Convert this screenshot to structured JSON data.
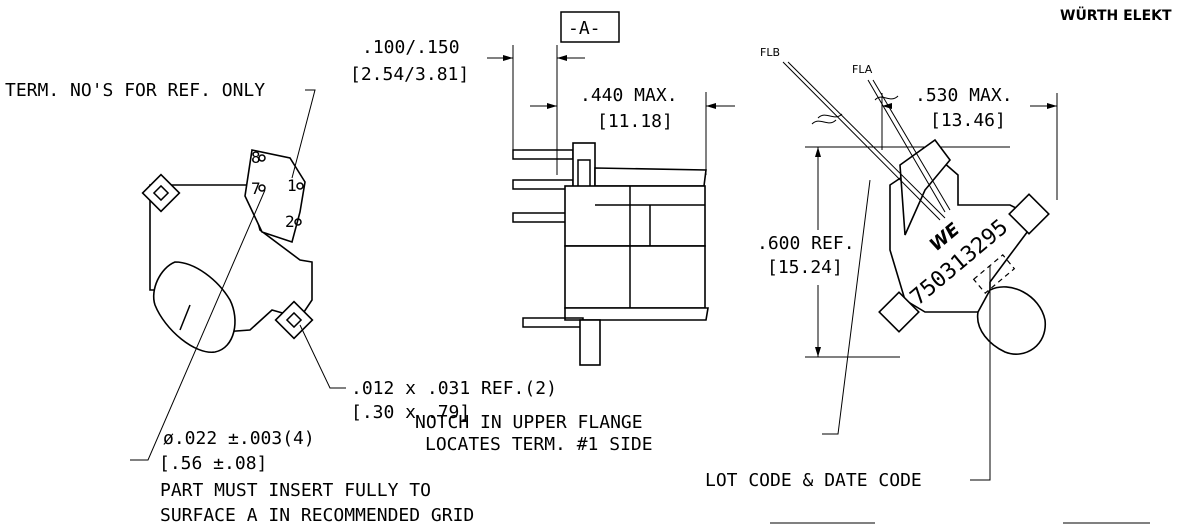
{
  "brand": "WÜRTH ELEKT",
  "labels": {
    "term_ref": "TERM. NO'S FOR REF. ONLY",
    "pitch_in": ".100/.150",
    "pitch_mm": "[2.54/3.81]",
    "datum": "-A-",
    "width_in": ".440 MAX.",
    "width_mm": "[11.18]",
    "flb": "FLB",
    "fla": "FLA",
    "depth_in": ".530 MAX.",
    "depth_mm": "[13.46]",
    "height_in": ".600 REF.",
    "height_mm": "[15.24]",
    "pad_in": ".012 x .031 REF.(2)",
    "pad_mm": "[.30 x .79]",
    "notch_1": "NOTCH IN UPPER FLANGE",
    "notch_2": "LOCATES TERM. #1 SIDE",
    "pin_dia_in": "ø.022 ±.003(4)",
    "pin_dia_mm": "[.56 ±.08]",
    "insert_1": "PART MUST INSERT FULLY TO",
    "insert_2": "SURFACE A IN RECOMMENDED GRID",
    "lot_code": "LOT CODE & DATE CODE",
    "part_number": "750313295",
    "logo": "WE"
  },
  "pins": {
    "p8": "8",
    "p7": "7",
    "p1": "1",
    "p2": "2"
  }
}
